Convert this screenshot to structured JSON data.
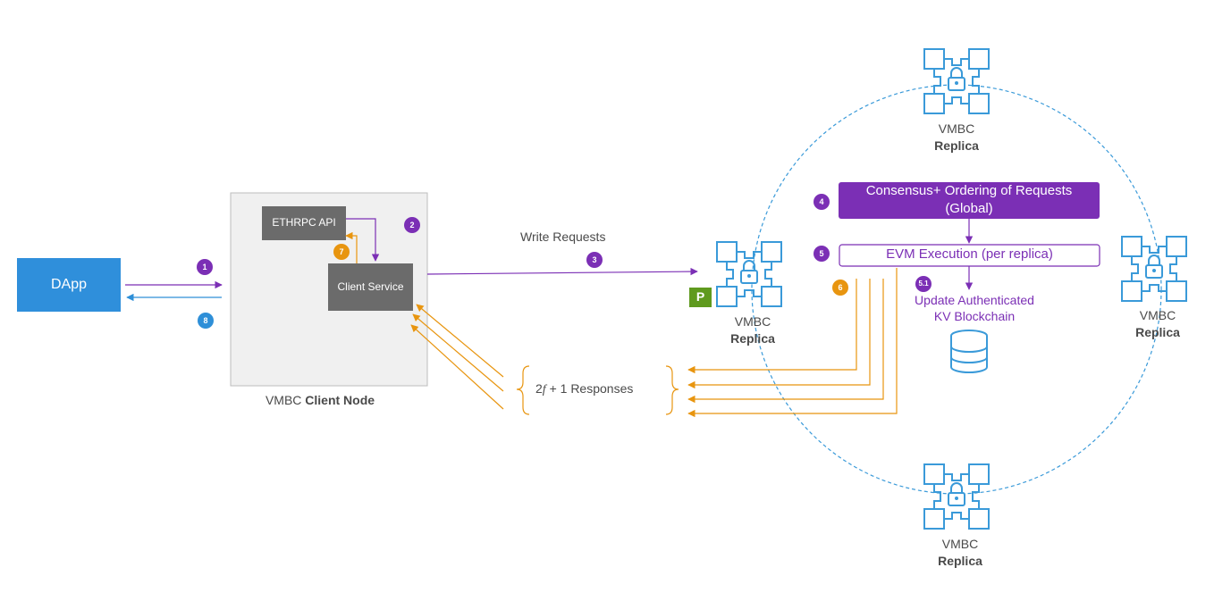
{
  "dapp": {
    "label": "DApp"
  },
  "client_node": {
    "label_prefix": "VMBC",
    "label_bold": "Client Node",
    "api_label": "ETHRPC API",
    "service_label": "Client Service"
  },
  "flows": {
    "write_requests": "Write Requests",
    "responses_f": "f",
    "responses_pre": "2",
    "responses_post": " + 1 Responses"
  },
  "replicas": {
    "name": "VMBC",
    "role": "Replica",
    "primary_badge": "P"
  },
  "steps": {
    "s1": "1",
    "s2": "2",
    "s3": "3",
    "s4": "4",
    "s5": "5",
    "s5_1": "5.1",
    "s6": "6",
    "s7": "7",
    "s8": "8"
  },
  "consensus": {
    "line1": "Consensus+ Ordering of Requests",
    "line2": "(Global)"
  },
  "evm": {
    "label": "EVM Execution (per replica)"
  },
  "kv": {
    "line1": "Update Authenticated",
    "line2": "KV Blockchain"
  },
  "colors": {
    "purple": "#7b2fb5",
    "orange": "#e8950f",
    "blue": "#2e8fd8",
    "dapp_blue": "#2f8fdb",
    "dark_gray": "#6b6b6b",
    "icon_blue": "#3a9ad9"
  },
  "icons": {
    "replica": "blockchain-lock-icon",
    "database": "database-icon"
  }
}
